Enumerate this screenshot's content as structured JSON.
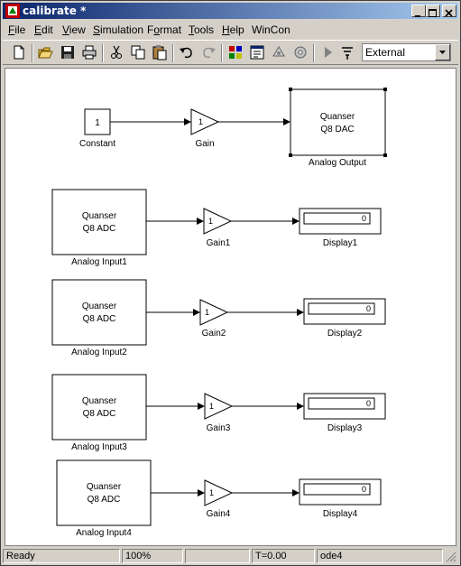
{
  "window": {
    "title": "calibrate *"
  },
  "menu": [
    {
      "label": "File",
      "key": "F",
      "rest": "ile"
    },
    {
      "label": "Edit",
      "key": "E",
      "rest": "dit"
    },
    {
      "label": "View",
      "key": "V",
      "rest": "iew"
    },
    {
      "label": "Simulation",
      "key": "S",
      "rest": "imulation"
    },
    {
      "label": "Format",
      "key": "o",
      "pre": "F",
      "rest": "rmat"
    },
    {
      "label": "Tools",
      "key": "T",
      "rest": "ools"
    },
    {
      "label": "Help",
      "key": "H",
      "rest": "elp"
    },
    {
      "label": "WinCon",
      "key": "",
      "rest": "WinCon"
    }
  ],
  "toolbar": {
    "mode_value": "External"
  },
  "diagram": {
    "constant": {
      "value": "1",
      "label": "Constant"
    },
    "gain": {
      "value": "1",
      "label": "Gain"
    },
    "analog_output": {
      "line1": "Quanser",
      "line2": "Q8 DAC",
      "label": "Analog Output"
    },
    "rows": [
      {
        "input_line1": "Quanser",
        "input_line2": "Q8 ADC",
        "input_label": "Analog Input1",
        "gain_value": "1",
        "gain_label": "Gain1",
        "display_value": "0",
        "display_label": "Display1"
      },
      {
        "input_line1": "Quanser",
        "input_line2": "Q8 ADC",
        "input_label": "Analog Input2",
        "gain_value": "1",
        "gain_label": "Gain2",
        "display_value": "0",
        "display_label": "Display2"
      },
      {
        "input_line1": "Quanser",
        "input_line2": "Q8 ADC",
        "input_label": "Analog Input3",
        "gain_value": "1",
        "gain_label": "Gain3",
        "display_value": "0",
        "display_label": "Display3"
      },
      {
        "input_line1": "Quanser",
        "input_line2": "Q8 ADC",
        "input_label": "Analog Input4",
        "gain_value": "1",
        "gain_label": "Gain4",
        "display_value": "0",
        "display_label": "Display4"
      }
    ]
  },
  "status": {
    "state": "Ready",
    "zoom": "100%",
    "time": "T=0.00",
    "solver": "ode4"
  }
}
